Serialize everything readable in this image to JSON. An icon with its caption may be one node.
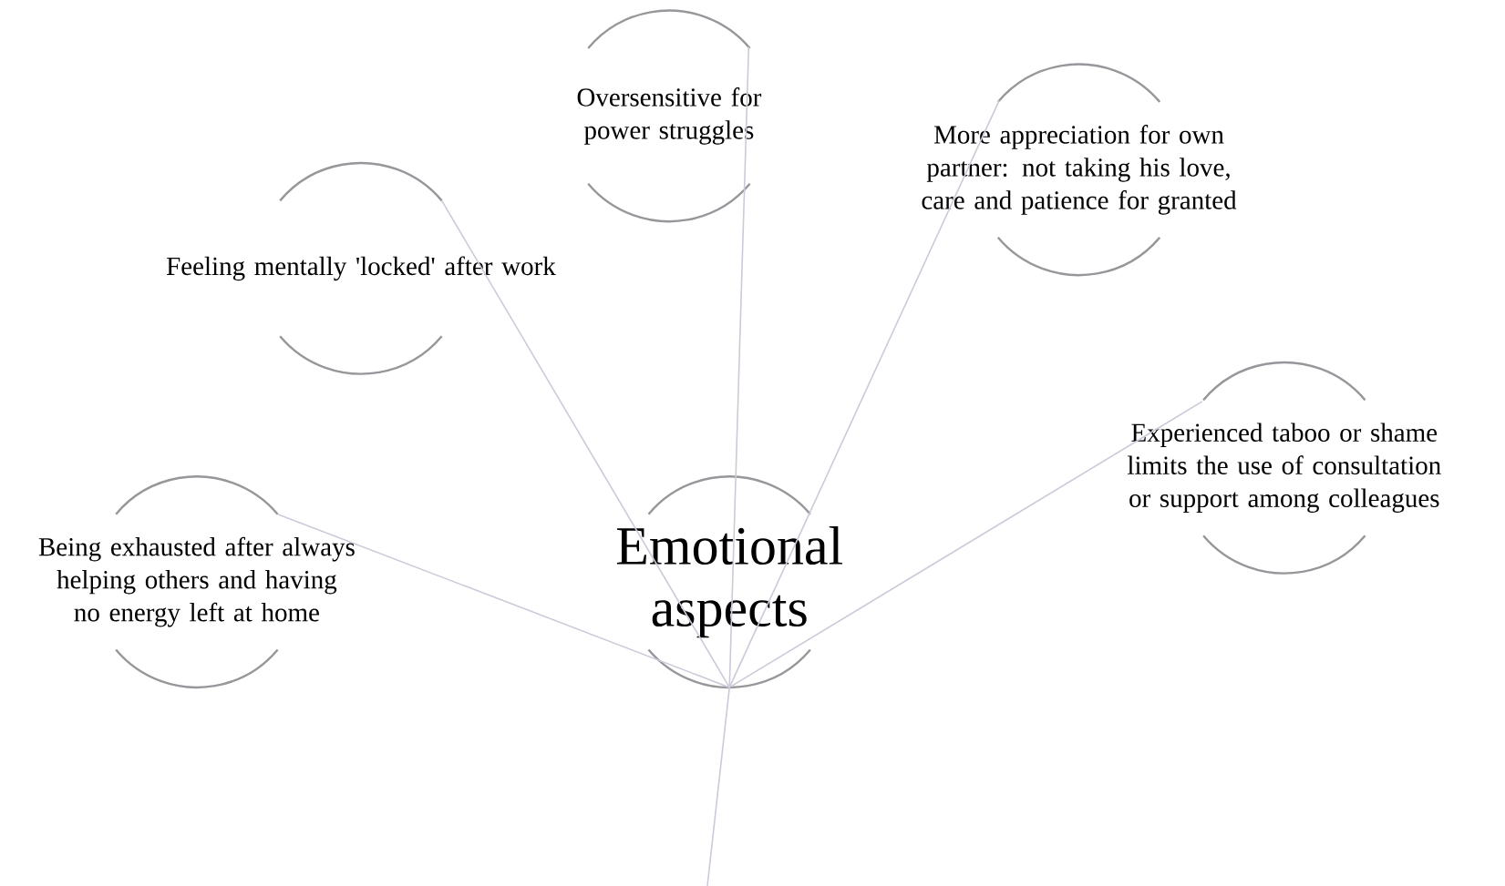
{
  "diagram": {
    "nodes": [
      {
        "text": [
          "Emotional aspects"
        ]
      },
      {
        "text": [
          "Being exhausted after always helping others and having no energy left at home"
        ]
      },
      {
        "text": [
          "Feeling mentally 'locked' after work"
        ]
      },
      {
        "text": [
          "Oversensitive for power struggles"
        ]
      },
      {
        "text": [
          "More appreciation for own partner: not taking his love, care and patience for granted"
        ]
      },
      {
        "text": [
          "Experienced taboo or shame limits the use of consultation or support among colleagues"
        ]
      }
    ],
    "edges": [
      {
        "from": 0,
        "to": 1,
        "arrow": "none"
      },
      {
        "from": 0,
        "to": 2,
        "arrow": "none"
      },
      {
        "from": 0,
        "to": 3,
        "arrow": "none"
      },
      {
        "from": 0,
        "to": 4,
        "arrow": "none"
      },
      {
        "from": 0,
        "to": 5,
        "arrow": "none"
      },
      {
        "from": 0,
        "to": null,
        "arrow": "none"
      }
    ]
  }
}
